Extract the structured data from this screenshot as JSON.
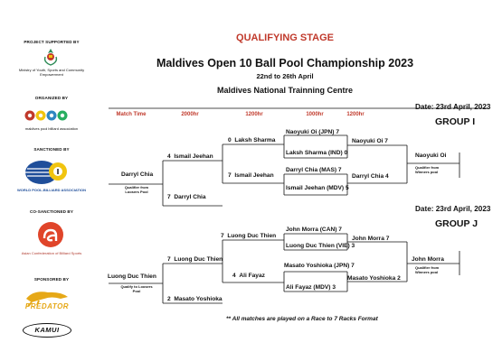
{
  "sidebar": {
    "project_supported_by": "PROJECT SUPPORTED BY",
    "ministry_caption": "Ministry of Youth, Sports and Community Empowerment",
    "organized_by": "ORGANIZED BY",
    "association_caption": "maldives pool billiard association",
    "sanctioned_by": "SANCTIONED BY",
    "wpa_caption": "WORLD POOL-BILLIARD ASSOCIATION",
    "co_sanctioned_by": "CO-SANCTIONED BY",
    "acbs_caption": "Asian Confederation of Billiard Sports",
    "sponsored_by": "SPONSORED BY",
    "predator_text": "PREDATOR",
    "kamui_text": "KAMUI"
  },
  "header": {
    "stage": "QUALIFYING STAGE",
    "title": "Maldives Open 10 Ball Pool Championship 2023",
    "dates": "22nd to 26th April",
    "venue": "Maldives National Trainning Centre"
  },
  "columns": [
    "Match Time",
    "2000hr",
    "1200hr",
    "1000hr",
    "1200hr"
  ],
  "group_i": {
    "date": "Date: 23rd April, 2023",
    "group": "GROUP I",
    "r1_top": {
      "score": "4",
      "name": "Ismail Jeehan"
    },
    "r1_left": "Darryl Chia",
    "r1_left_note": "Qualifier from Loosers Pool",
    "r1_bottom": {
      "score": "7",
      "name": "Darryl Chia"
    },
    "r2_top": {
      "score": "0",
      "name": "Laksh Sharma"
    },
    "r2_bottom": {
      "score": "7",
      "name": "Ismail Jeehan"
    },
    "r3_a": {
      "name": "Naoyuki Oi (JPN)",
      "score": "7"
    },
    "r3_b": {
      "name": "Laksh Sharma (IND)",
      "score": "0"
    },
    "r3_c": {
      "name": "Darryl Chia (MAS)",
      "score": "7"
    },
    "r3_d": {
      "name": "Ismail Jeehan (MDV)",
      "score": "5"
    },
    "r4_top": {
      "name": "Naoyuki Oi",
      "score": "7"
    },
    "r4_bottom": {
      "name": "Darryl Chia",
      "score": "4"
    },
    "winner": "Naoyuki Oi",
    "winner_note": "Qualifier from Winners pool"
  },
  "group_j": {
    "date": "Date: 23rd April, 2023",
    "group": "GROUP J",
    "r1_top": {
      "score": "7",
      "name": "Luong Duc Thien"
    },
    "r1_left": "Luong Duc Thien",
    "r1_left_note": "Qualify to Loosers Pool",
    "r1_bottom": {
      "score": "2",
      "name": "Masato Yoshioka"
    },
    "r2_top": {
      "score": "7",
      "name": "Luong Duc Thien"
    },
    "r2_bottom": {
      "score": "4",
      "name": "Ali Fayaz"
    },
    "r3_a": {
      "name": "John Morra (CAN)",
      "score": "7"
    },
    "r3_b": {
      "name": "Luong Duc Thien (VIE)",
      "score": "3"
    },
    "r3_c": {
      "name": "Masato Yoshioka (JPN)",
      "score": "7"
    },
    "r3_d": {
      "name": "Ali Fayaz (MDV)",
      "score": "3"
    },
    "r4_top": {
      "name": "John Morra",
      "score": "7"
    },
    "r4_bottom": {
      "name": "Masato Yoshioka",
      "score": "2"
    },
    "winner": "John Morra",
    "winner_note": "Qualifier from Winners pool"
  },
  "footer_note": "** All matches are played on a Race to 7 Racks Format"
}
